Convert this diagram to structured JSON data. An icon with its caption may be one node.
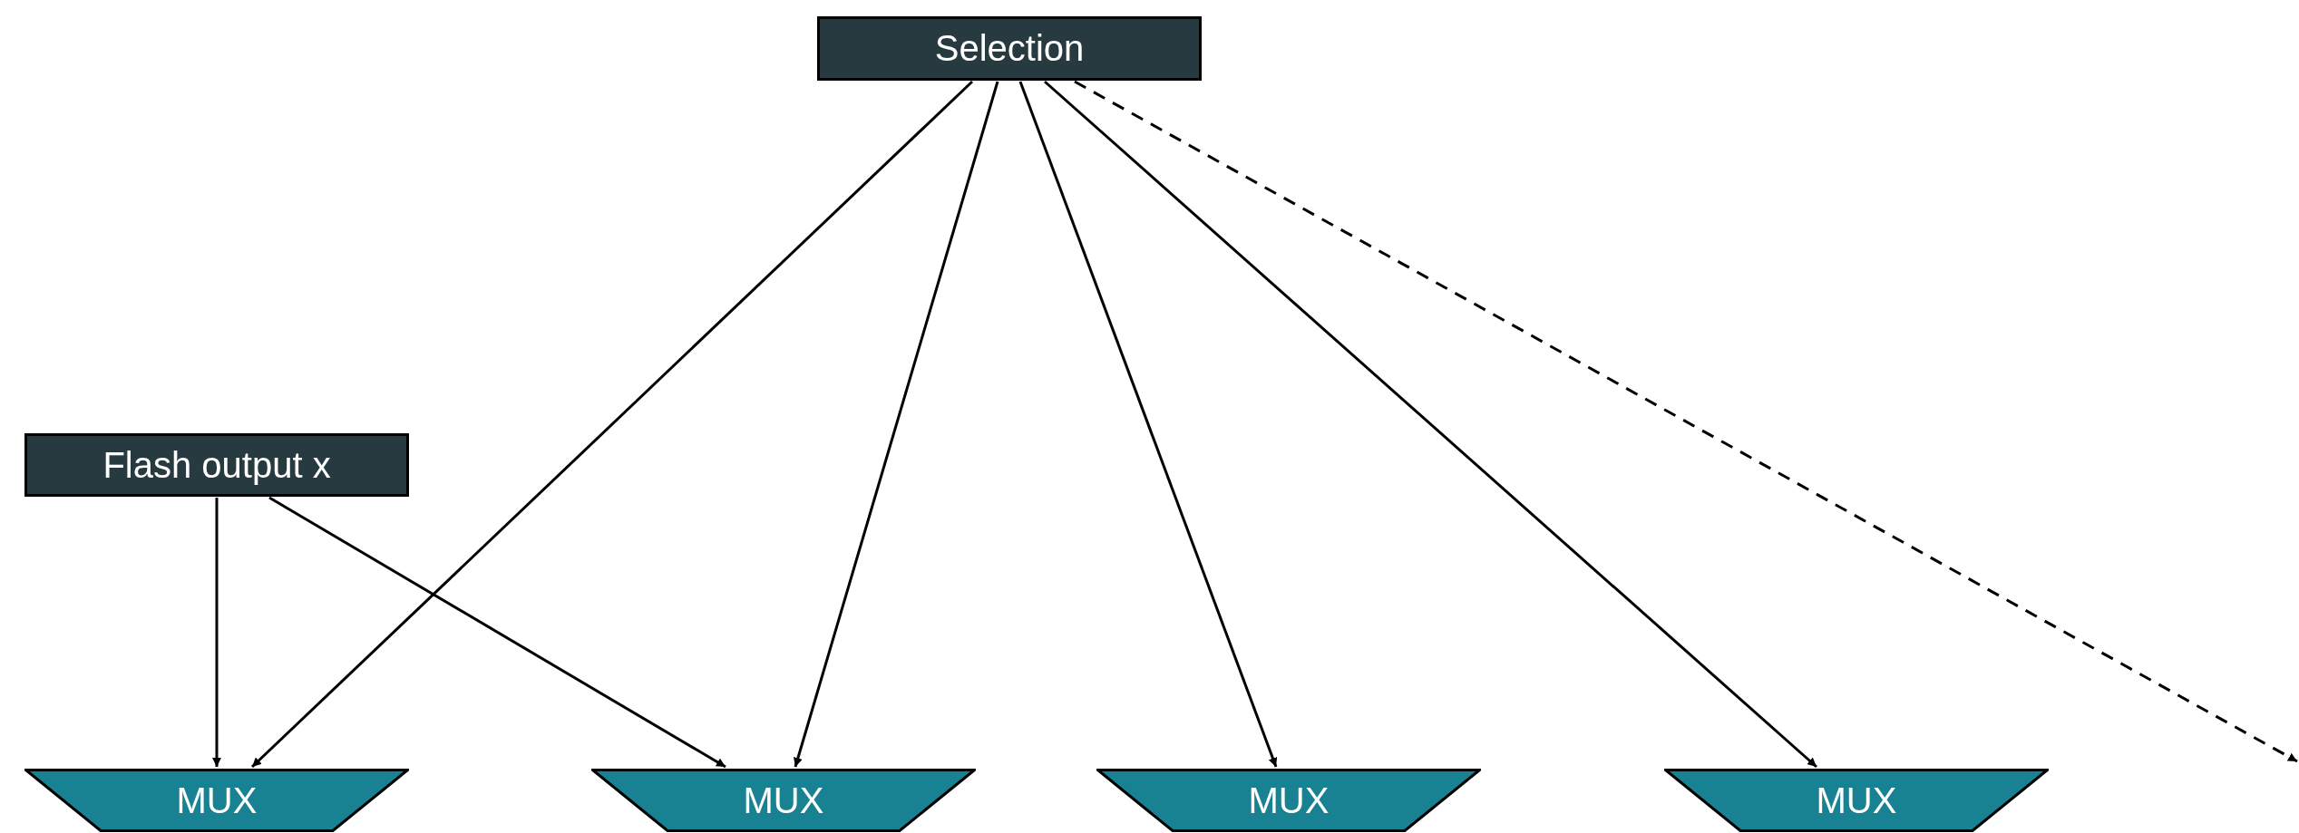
{
  "diagram": {
    "nodes": [
      {
        "text": [
          "Selection"
        ]
      },
      {
        "text": [
          "Flash output x"
        ]
      },
      {
        "text": [
          "MUX"
        ]
      },
      {
        "text": [
          "MUX"
        ]
      },
      {
        "text": [
          "MUX"
        ]
      },
      {
        "text": [
          "MUX"
        ]
      }
    ],
    "edges": [
      {
        "from": 0,
        "to": 2,
        "arrow": "to"
      },
      {
        "from": 0,
        "to": 3,
        "arrow": "to"
      },
      {
        "from": 0,
        "to": 4,
        "arrow": "to"
      },
      {
        "from": 0,
        "to": 5,
        "arrow": "to"
      },
      {
        "from": 0,
        "to": null,
        "arrow": "to",
        "style": "dashed"
      },
      {
        "from": 1,
        "to": 2,
        "arrow": "to"
      },
      {
        "from": 1,
        "to": 3,
        "arrow": "to"
      }
    ]
  }
}
